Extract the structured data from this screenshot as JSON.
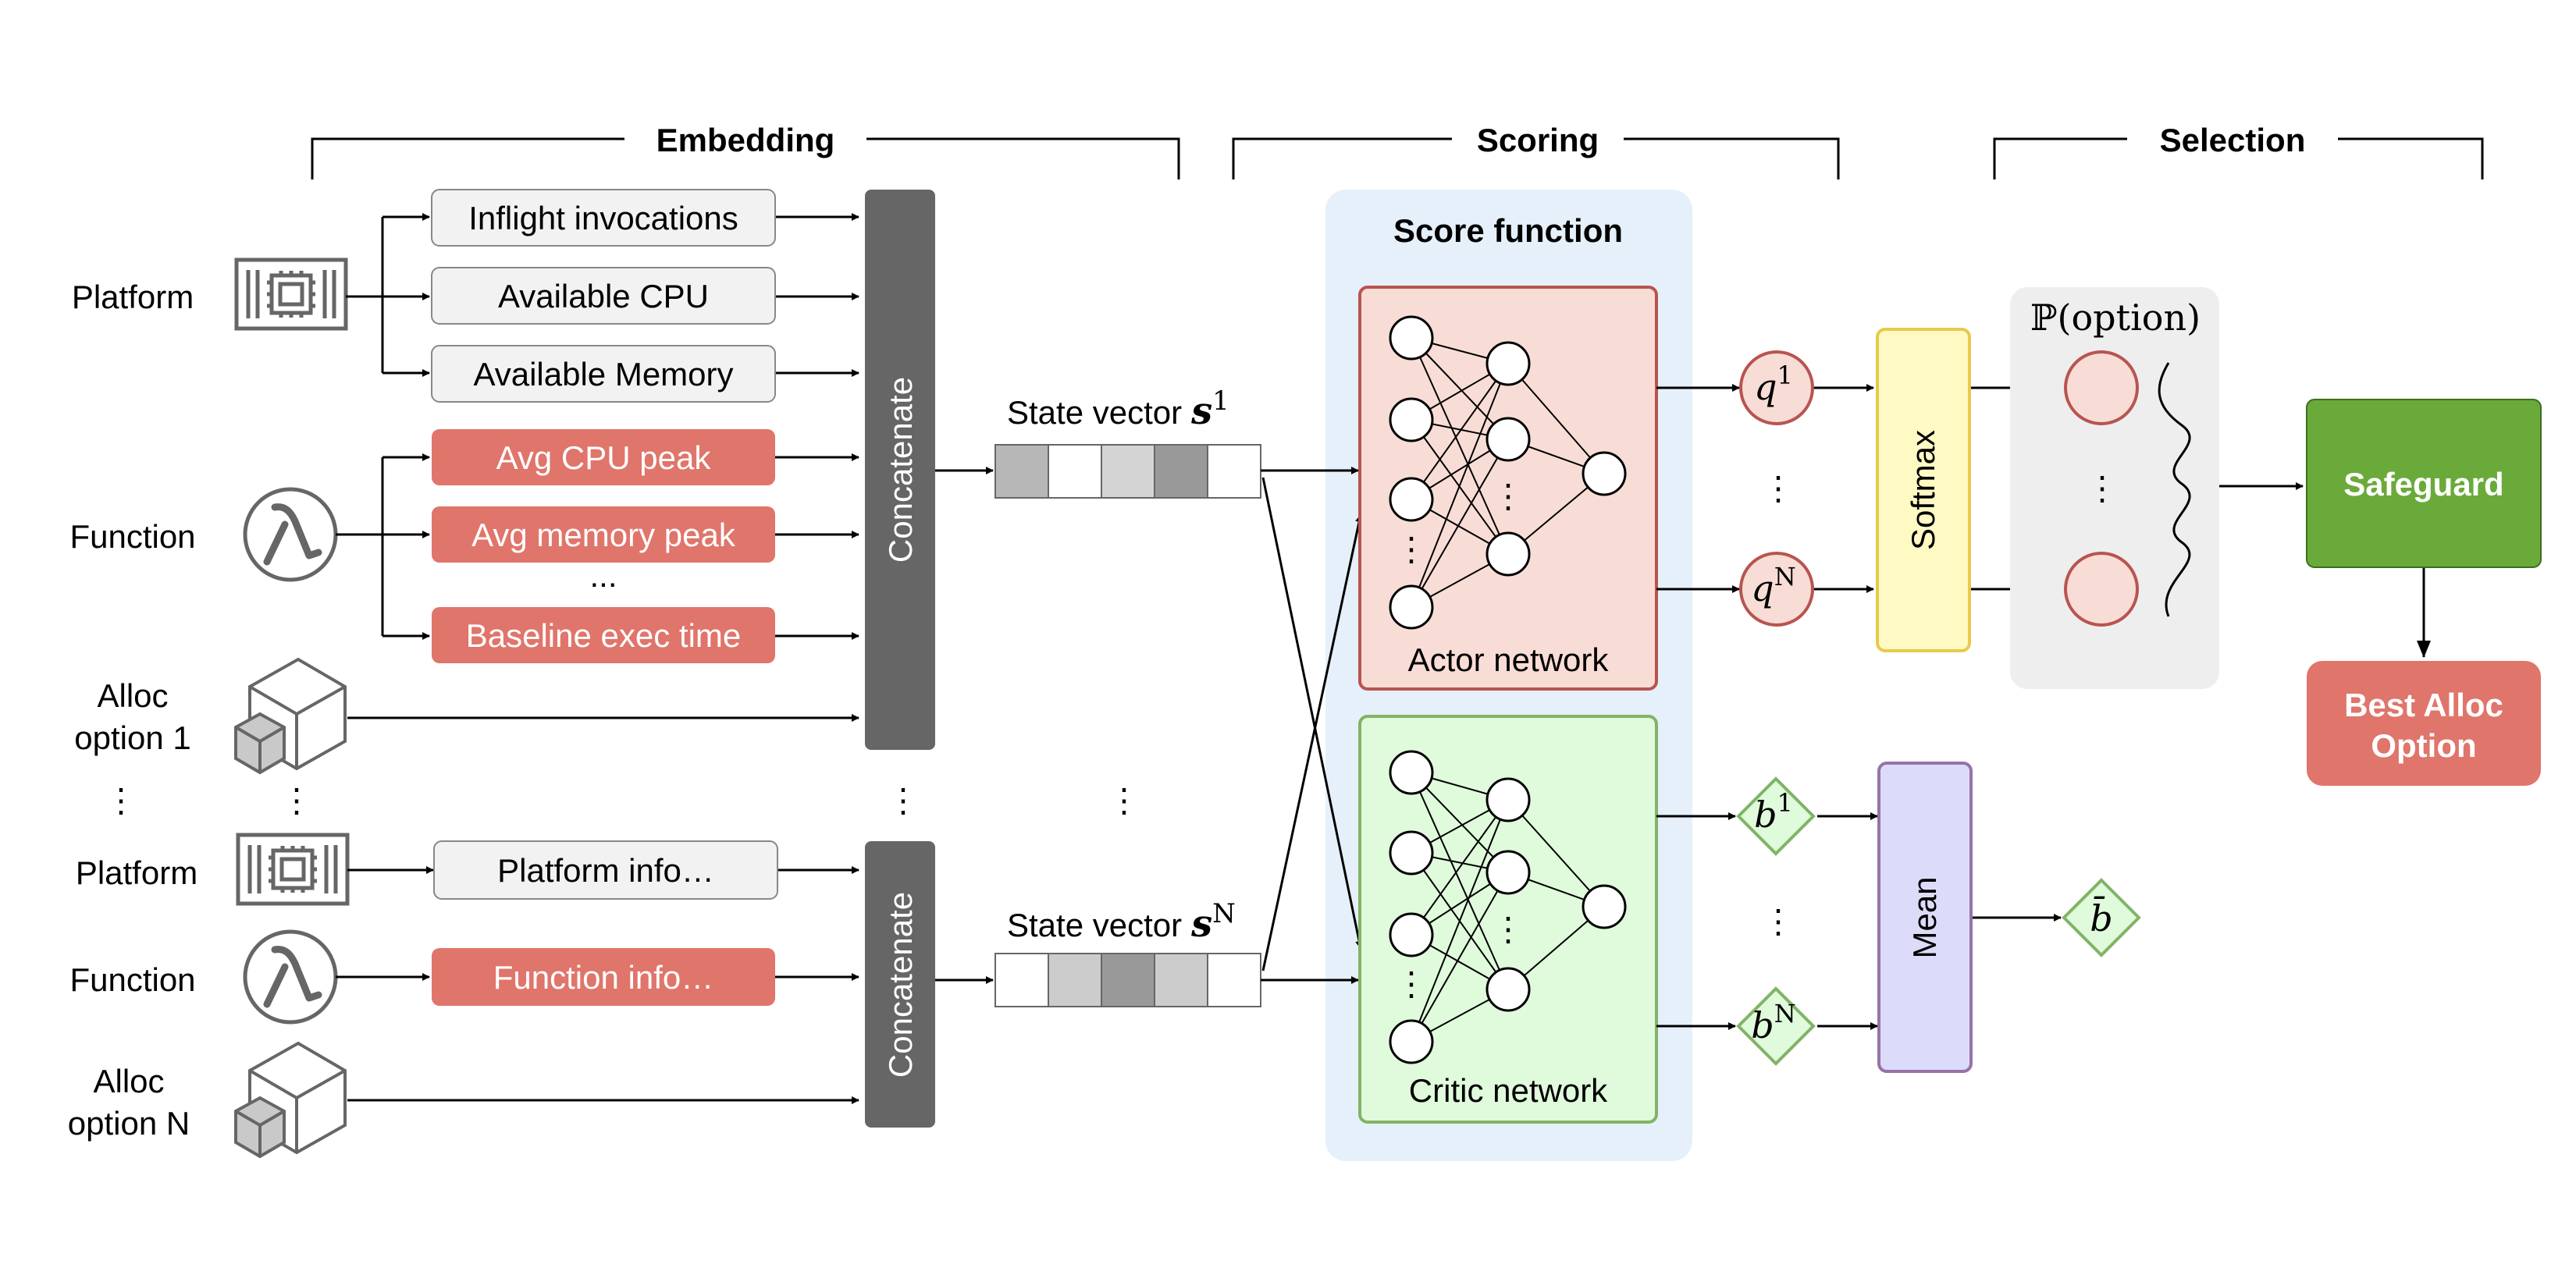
{
  "sections": {
    "embedding": "Embedding",
    "scoring": "Scoring",
    "selection": "Selection"
  },
  "inputs": {
    "platform": "Platform",
    "function": "Function",
    "alloc_1_line1": "Alloc",
    "alloc_1_line2": "option 1",
    "platform_n": "Platform",
    "function_n": "Function",
    "alloc_n_line1": "Alloc",
    "alloc_n_line2": "option N",
    "ellipsis_vertical": "⋮"
  },
  "features": {
    "inflight": "Inflight invocations",
    "cpu": "Available CPU",
    "memory": "Available Memory",
    "cpu_peak": "Avg CPU peak",
    "mem_peak": "Avg memory peak",
    "more": "...",
    "baseline": "Baseline exec time",
    "platform_info": "Platform info…",
    "function_info": "Function info…"
  },
  "concat": {
    "label": "Concatenate"
  },
  "state": {
    "label": "State vector",
    "symbol": "s",
    "sup_1": "1",
    "sup_n": "N"
  },
  "score": {
    "title": "Score function",
    "actor": "Actor network",
    "critic": "Critic network"
  },
  "outputs": {
    "q": "q",
    "b": "b",
    "sup_1": "1",
    "sup_n": "N",
    "bbar": "b̄",
    "softmax": "Softmax",
    "mean": "Mean",
    "prob": "ℙ(option)",
    "safeguard": "Safeguard",
    "best_line1": "Best Alloc",
    "best_line2": "Option"
  },
  "colors": {
    "red_feature": "#e0756b",
    "gray_feature": "#f2f2f2",
    "concat": "#666666",
    "score_bg": "#e6f0fa",
    "actor_fill": "#f8ddd6",
    "actor_stroke": "#b85450",
    "critic_fill": "#e0fadc",
    "critic_stroke": "#82b366",
    "softmax_fill": "#fff9c4",
    "softmax_stroke": "#e8c94a",
    "mean_fill": "#dcdcfa",
    "mean_stroke": "#9673a6",
    "safeguard": "#6aaa3a",
    "best": "#e0756b"
  }
}
